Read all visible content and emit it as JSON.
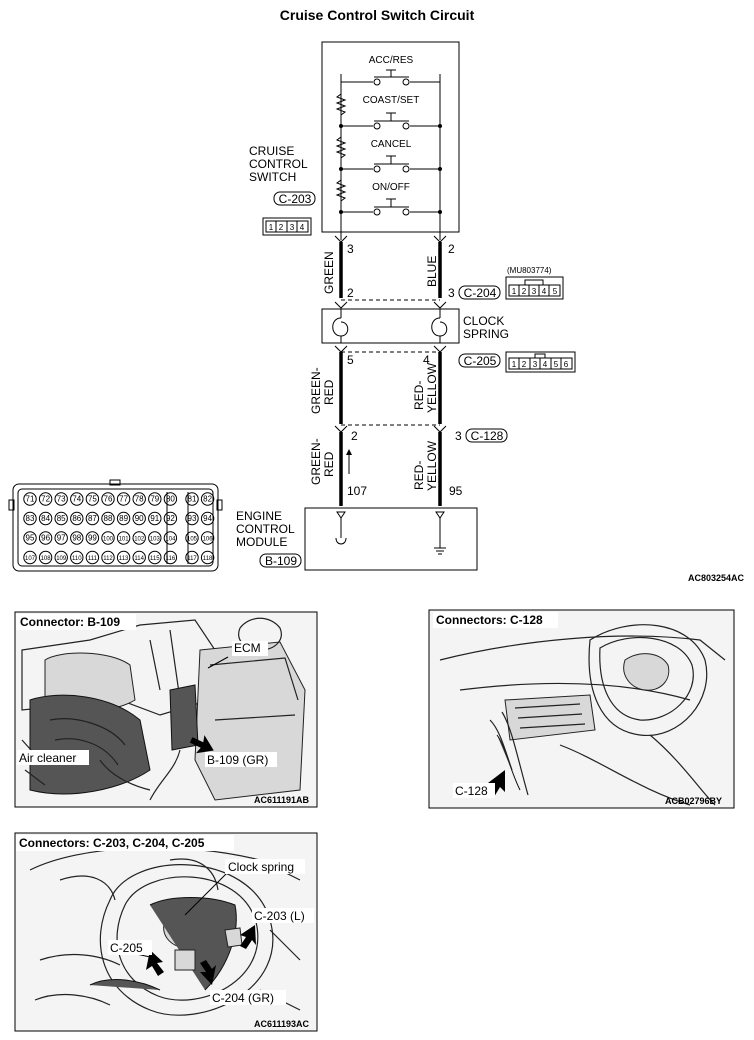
{
  "title": "Cruise Control Switch Circuit",
  "diagram_code": "AC803254AC",
  "switches": [
    "ACC/RES",
    "COAST/SET",
    "CANCEL",
    "ON/OFF"
  ],
  "cruise_switch": {
    "label_lines": [
      "CRUISE",
      "CONTROL",
      "SWITCH"
    ],
    "connector": "C-203",
    "pins": [
      "1",
      "2",
      "3",
      "4"
    ]
  },
  "wires": {
    "left_top": {
      "color": "GREEN",
      "pin_top": "3",
      "pin_bottom": "2"
    },
    "right_top": {
      "color": "BLUE",
      "pin_top": "2",
      "pin_bottom": "3"
    },
    "left_mid": {
      "color_lines": [
        "GREEN-",
        "RED"
      ],
      "pin_top": "5",
      "pin_bottom": "2"
    },
    "right_mid": {
      "color_lines": [
        "RED-",
        "YELLOW"
      ],
      "pin_top": "4",
      "pin_bottom": "3"
    },
    "left_bot": {
      "color_lines": [
        "GREEN-",
        "RED"
      ],
      "pin": "107"
    },
    "right_bot": {
      "color_lines": [
        "RED-",
        "YELLOW"
      ],
      "pin": "95"
    }
  },
  "c204": {
    "label": "C-204",
    "part_number": "(MU803774)",
    "pins": [
      "1",
      "2",
      "3",
      "4",
      "5"
    ]
  },
  "c205": {
    "label": "C-205",
    "pins": [
      "1",
      "2",
      "3",
      "4",
      "5",
      "6"
    ]
  },
  "c128": {
    "label": "C-128"
  },
  "clock_spring": {
    "label_lines": [
      "CLOCK",
      "SPRING"
    ]
  },
  "ecm": {
    "label_lines": [
      "ENGINE",
      "CONTROL",
      "MODULE"
    ],
    "connector": "B-109"
  },
  "big_connector": {
    "rows": [
      [
        "71",
        "72",
        "73",
        "74",
        "75",
        "76",
        "77",
        "78",
        "79",
        "80",
        "81",
        "82"
      ],
      [
        "83",
        "84",
        "85",
        "86",
        "87",
        "88",
        "89",
        "90",
        "91",
        "92",
        "93",
        "94"
      ],
      [
        "95",
        "96",
        "97",
        "98",
        "99",
        "100",
        "101",
        "102",
        "103",
        "104",
        "105",
        "106"
      ],
      [
        "107",
        "108",
        "109",
        "110",
        "111",
        "112",
        "113",
        "114",
        "115",
        "116",
        "117",
        "118"
      ]
    ]
  },
  "panels": {
    "b109": {
      "title": "Connector: B-109",
      "ecm": "ECM",
      "air_cleaner": "Air cleaner",
      "connector_callout": "B-109 (GR)",
      "code": "AC611191AB"
    },
    "c128": {
      "title": "Connectors: C-128",
      "callout": "C-128",
      "code": "ACB02796BY"
    },
    "c203": {
      "title": "Connectors: C-203, C-204, C-205",
      "clock_spring": "Clock spring",
      "c203": "C-203 (L)",
      "c205": "C-205",
      "c204": "C-204 (GR)",
      "code": "AC611193AC"
    }
  }
}
